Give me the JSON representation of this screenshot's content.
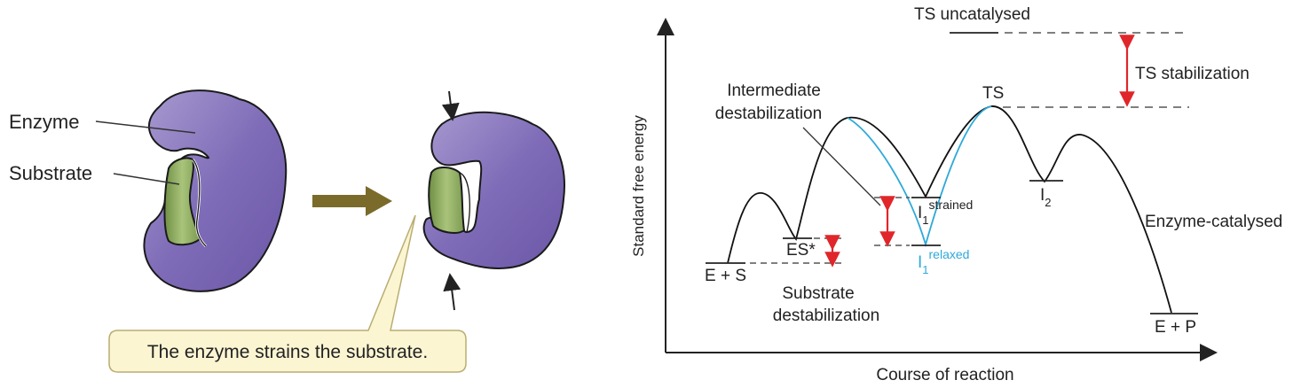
{
  "left_panel": {
    "enzyme_label": "Enzyme",
    "substrate_label": "Substrate",
    "callout_text": "The enzyme strains the substrate."
  },
  "right_panel": {
    "x_axis_label": "Course of reaction",
    "y_axis_label": "Standard free energy",
    "labels": {
      "ts_uncatalysed": "TS uncatalysed",
      "ts_stabilization": "TS stabilization",
      "ts": "TS",
      "intermediate_line1": "Intermediate",
      "intermediate_line2": "destabilization",
      "es_star": "ES*",
      "e_plus_s": "E + S",
      "substrate_line1": "Substrate",
      "substrate_line2": "destabilization",
      "i1": "I",
      "i1_sub": "1",
      "strained": "strained",
      "relaxed": "relaxed",
      "i2": "I",
      "i2_sub": "2",
      "enzyme_catalysed": "Enzyme-catalysed",
      "e_plus_p": "E + P"
    }
  },
  "colors": {
    "enzyme": "#7b68b3",
    "substrate": "#8fae63",
    "arrow": "#7a6b2a",
    "callout_fill": "#fbf5d2",
    "double_arrow": "#e0262a",
    "relaxed_curve": "#2ea9d8"
  }
}
